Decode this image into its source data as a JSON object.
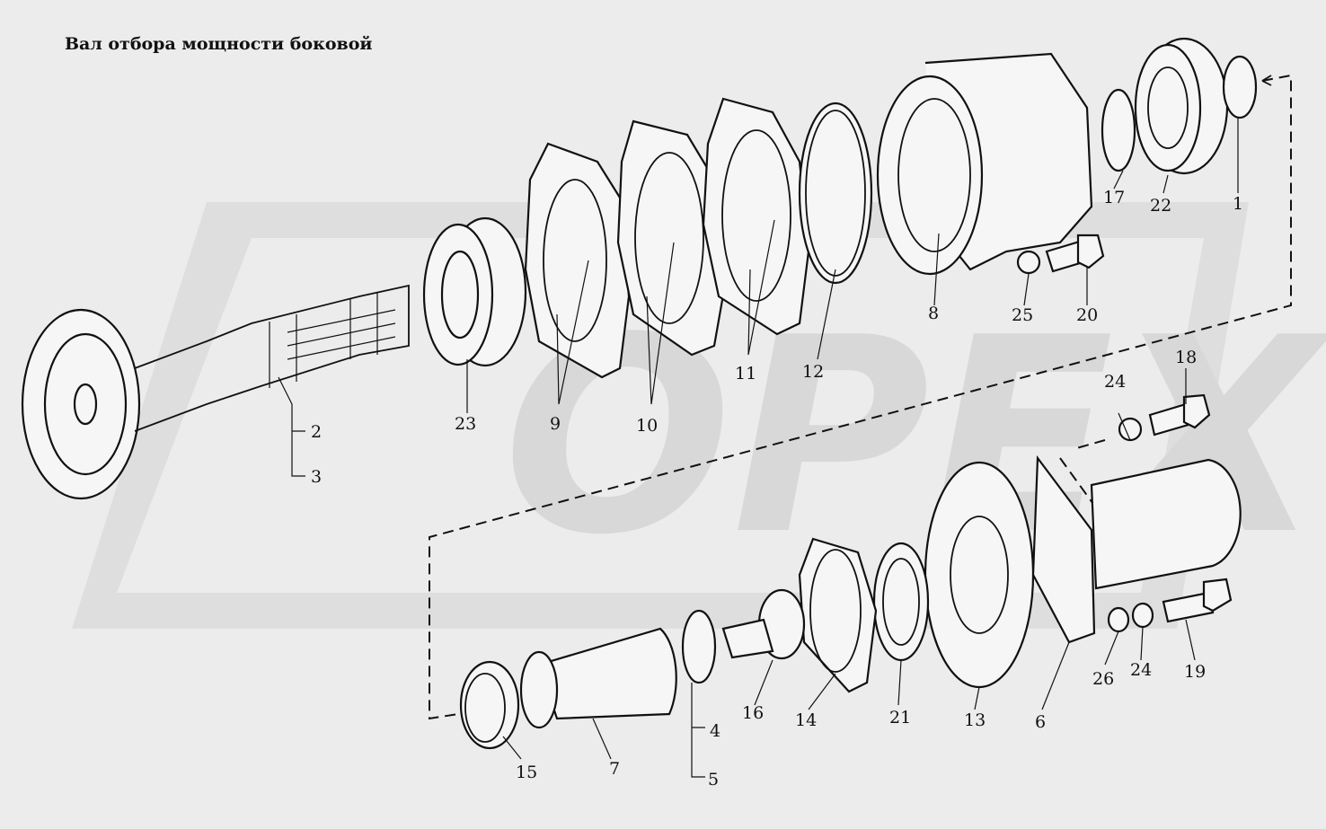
{
  "title": "Вал отбора мощности боковой",
  "watermark": "OPEX",
  "colors": {
    "background": "#ececec",
    "line": "#111111",
    "watermark": "#c9c9c9"
  },
  "callouts": [
    "1",
    "2",
    "3",
    "4",
    "5",
    "6",
    "7",
    "8",
    "9",
    "10",
    "11",
    "12",
    "13",
    "14",
    "15",
    "16",
    "17",
    "18",
    "19",
    "20",
    "21",
    "22",
    "23",
    "24",
    "24",
    "25",
    "26"
  ]
}
